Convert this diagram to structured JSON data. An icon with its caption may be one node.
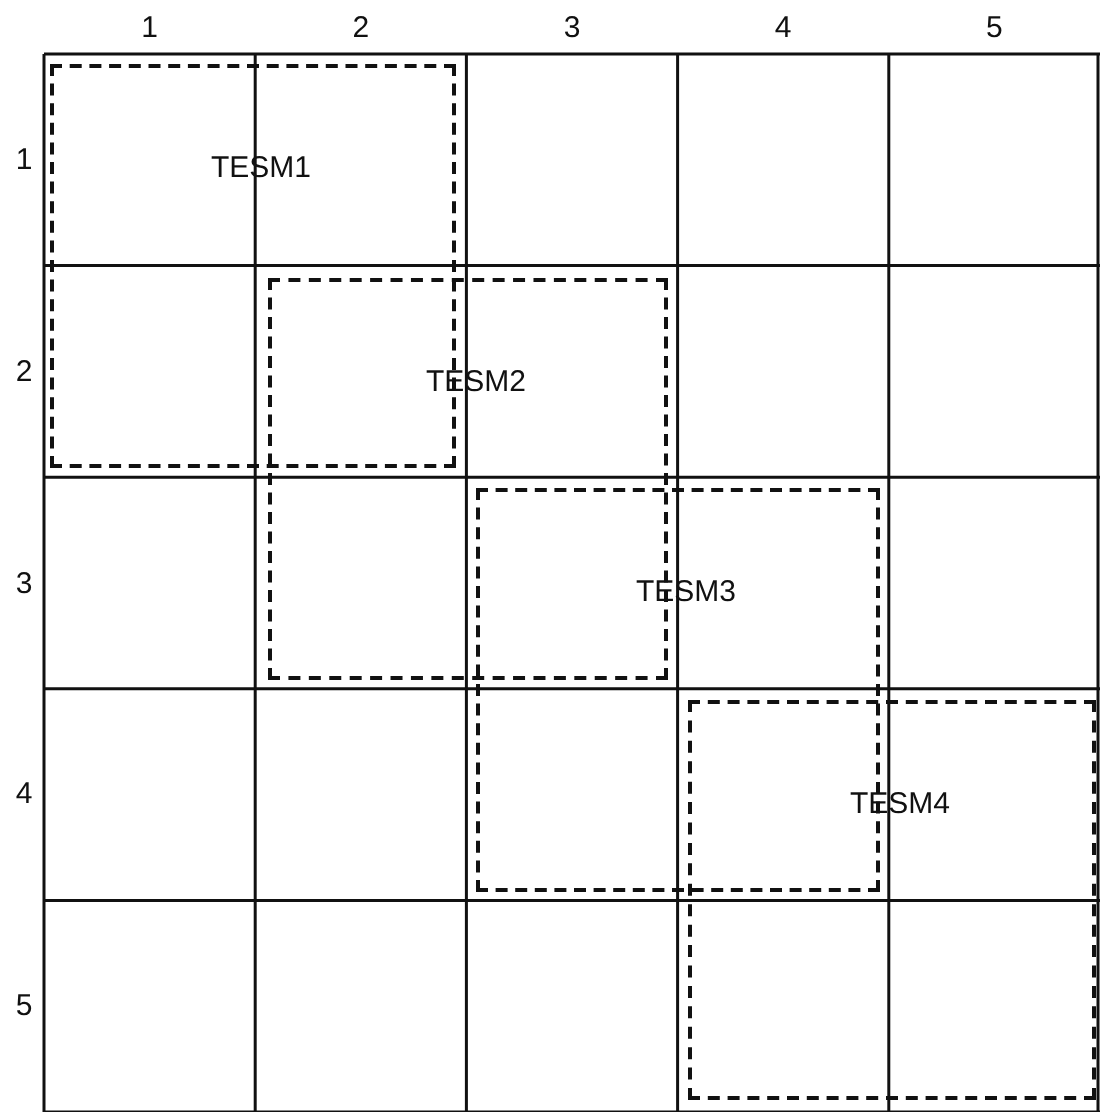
{
  "diagram": {
    "nodes": [
      {
        "text": [
          "TESM1"
        ]
      },
      {
        "text": [
          "TESM2"
        ]
      },
      {
        "text": [
          "TESM3"
        ]
      },
      {
        "text": [
          "TESM4"
        ]
      }
    ],
    "labels": [
      "1",
      "2",
      "3",
      "4",
      "5",
      "1",
      "2",
      "3",
      "4",
      "5"
    ]
  }
}
